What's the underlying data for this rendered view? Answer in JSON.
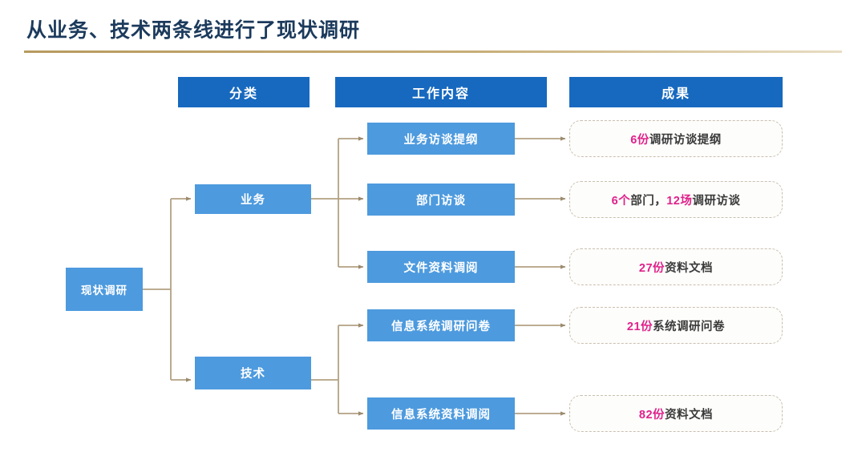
{
  "slide": {
    "title": "从业务、技术两条线进行了现状调研",
    "title_color": "#1b3a5c",
    "underline_color": "#b79a5e",
    "background": "#ffffff"
  },
  "colors": {
    "header_blue": "#1769bf",
    "node_blue": "#4d9ade",
    "connector_tan": "#b3a183",
    "highlight_magenta": "#e0218a",
    "result_text": "#3a3a3a",
    "result_border": "#c9bfb0"
  },
  "headers": [
    {
      "label": "分类",
      "name": "header-category"
    },
    {
      "label": "工作内容",
      "name": "header-work-content"
    },
    {
      "label": "成果",
      "name": "header-results"
    }
  ],
  "root": {
    "label": "现状调研"
  },
  "categories": [
    {
      "label": "业务"
    },
    {
      "label": "技术"
    }
  ],
  "work_items": [
    {
      "label": "业务访谈提纲"
    },
    {
      "label": "部门访谈"
    },
    {
      "label": "文件资料调阅"
    },
    {
      "label": "信息系统调研问卷"
    },
    {
      "label": "信息系统资料调阅"
    }
  ],
  "results": [
    {
      "parts": [
        {
          "text": "6份",
          "highlight": true
        },
        {
          "text": "调研访谈提纲",
          "highlight": false
        }
      ],
      "plain": "6份调研访谈提纲"
    },
    {
      "parts": [
        {
          "text": "6个",
          "highlight": true
        },
        {
          "text": "部门，",
          "highlight": false
        },
        {
          "text": "12场",
          "highlight": true
        },
        {
          "text": "调研访谈",
          "highlight": false
        }
      ],
      "plain": "6个部门，12场调研访谈"
    },
    {
      "parts": [
        {
          "text": "27份",
          "highlight": true
        },
        {
          "text": "资料文档",
          "highlight": false
        }
      ],
      "plain": "27份资料文档"
    },
    {
      "parts": [
        {
          "text": "21份",
          "highlight": true
        },
        {
          "text": "系统调研问卷",
          "highlight": false
        }
      ],
      "plain": "21份系统调研问卷"
    },
    {
      "parts": [
        {
          "text": "82份",
          "highlight": true
        },
        {
          "text": "资料文档",
          "highlight": false
        }
      ],
      "plain": "82份资料文档"
    }
  ]
}
